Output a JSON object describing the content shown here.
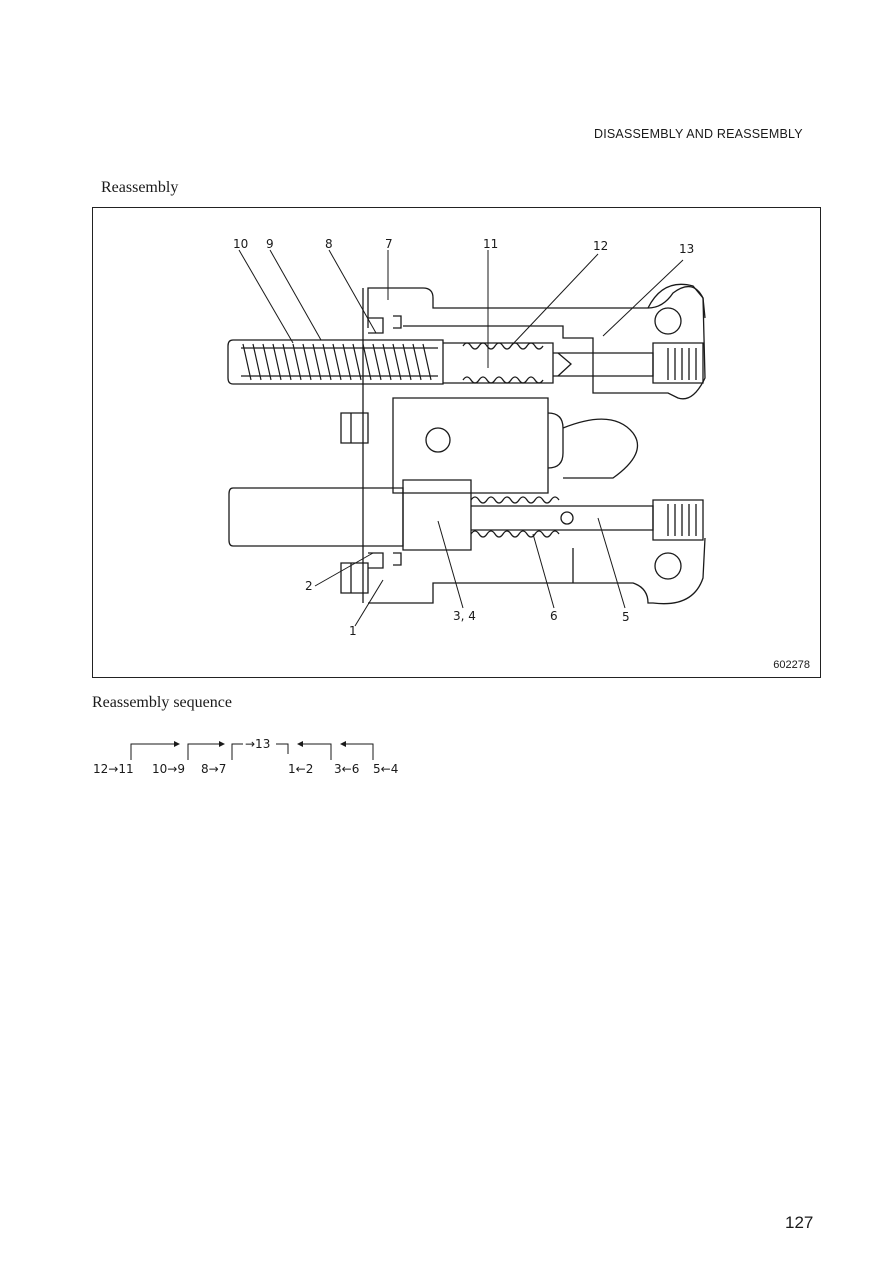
{
  "header": {
    "title": "DISASSEMBLY AND REASSEMBLY"
  },
  "section": {
    "title": "Reassembly"
  },
  "figure": {
    "id": "602278",
    "callouts": [
      "10",
      "9",
      "8",
      "7",
      "11",
      "12",
      "13",
      "2",
      "1",
      "3, 4",
      "6",
      "5"
    ]
  },
  "sequence": {
    "title": "Reassembly sequence",
    "row": [
      "12→11",
      "10→9",
      "8→7",
      "1←2",
      "3←6",
      "5←4"
    ],
    "top_label": "→13"
  },
  "page": {
    "number": "127"
  }
}
